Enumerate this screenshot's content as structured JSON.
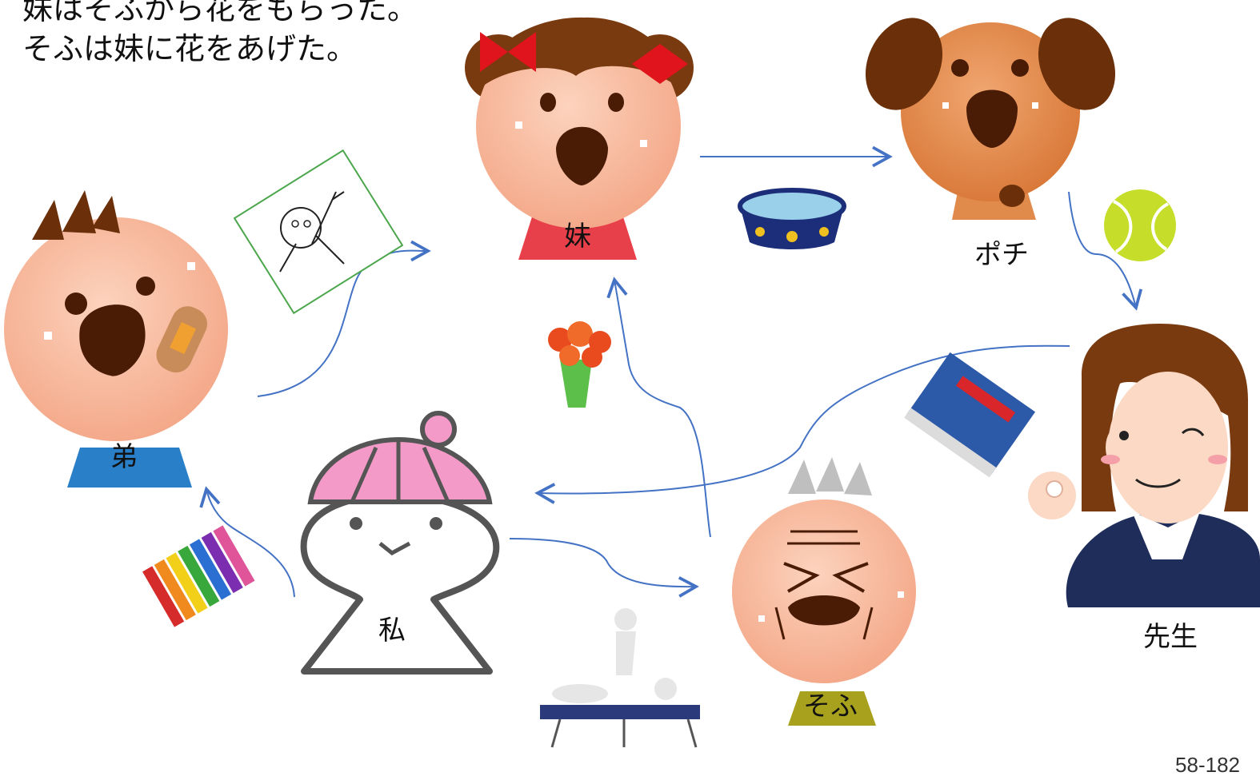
{
  "header": {
    "line1": "妹はそふから花をもらった。",
    "line2": "そふは妹に花をあげた。"
  },
  "characters": {
    "imouto": "妹",
    "pochi": "ポチ",
    "otouto": "弟",
    "watashi": "私",
    "sofu": "そふ",
    "sensei": "先生"
  },
  "page_number": "58-182",
  "icons": [
    "drawing-card-icon",
    "dog-bowl-icon",
    "tennis-ball-icon",
    "flower-bouquet-icon",
    "textbook-icon",
    "crayons-icon",
    "massage-icon"
  ],
  "colors": {
    "arrow": "#4472c4",
    "skin": "#f7b99c",
    "shirt_imouto": "#e8404a",
    "shirt_otouto": "#2a7fc9",
    "shirt_sofu": "#a8a11e",
    "dog": "#e08a4c"
  }
}
